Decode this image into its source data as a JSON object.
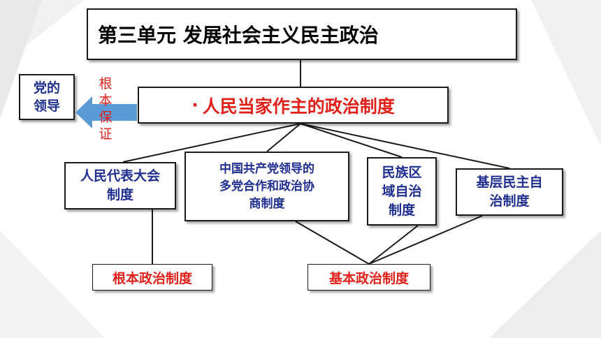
{
  "title": "第三单元  发展社会主义民主政治",
  "central": {
    "bullet": "·",
    "text": "人民当家作主的政治制度"
  },
  "party_leadership": {
    "line1": "党的",
    "line2": "领导"
  },
  "arrow_label": {
    "chars": [
      "根",
      "本",
      "保",
      "证"
    ]
  },
  "systems": {
    "npc": {
      "line1": "人民代表大会",
      "line2": "制度"
    },
    "cppcc": {
      "line1": "中国共产党领导的",
      "line2": "多党合作和政治协",
      "line3": "商制度"
    },
    "ethnic": {
      "line1": "民族区",
      "line2": "域自治",
      "line3": "制度"
    },
    "grassroots": {
      "line1": "基层民主自",
      "line2": "治制度"
    }
  },
  "categories": {
    "fundamental": "根本政治制度",
    "basic": "基本政治制度"
  },
  "colors": {
    "red": "#e0201a",
    "navy": "#1f2e8f",
    "arrow": "#5b9bd5",
    "line": "#1a1a1a"
  }
}
